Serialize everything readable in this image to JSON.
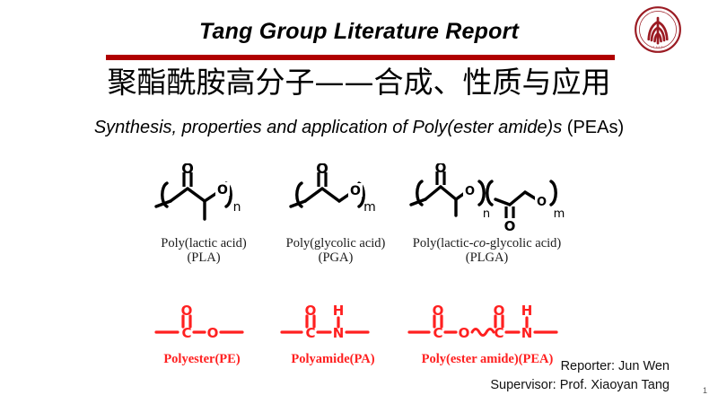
{
  "slide": {
    "header": {
      "title_en": "Tang Group Literature Report",
      "title_cn": "聚酯酰胺高分子——合成、性质与应用",
      "subtitle_italic": "Synthesis, properties and application of  Poly(ester amide)s",
      "subtitle_upright": " (PEAs)",
      "rule_color": "#b00000",
      "logo_name": "peking-university-logo",
      "logo_color": "#9b1b23"
    },
    "structures_row1": [
      {
        "id": "pla",
        "caption_line1_pre": "Poly(lactic acid)",
        "caption_italic": "",
        "caption_line1_post": "",
        "caption_line2": "(PLA)",
        "repeat_label": "n",
        "atoms": [
          "O",
          "O"
        ]
      },
      {
        "id": "pga",
        "caption_line1_pre": "Poly(glycolic acid)",
        "caption_italic": "",
        "caption_line1_post": "",
        "caption_line2": "(PGA)",
        "repeat_label": "m",
        "atoms": [
          "O",
          "O"
        ]
      },
      {
        "id": "plga",
        "caption_line1_pre": "Poly(lactic-",
        "caption_italic": "co",
        "caption_line1_post": "-glycolic acid)",
        "caption_line2": "(PLGA)",
        "repeat_label": "n",
        "repeat_label2": "m",
        "atoms": [
          "O",
          "O",
          "O",
          "O"
        ]
      }
    ],
    "structures_row2": [
      {
        "id": "polyester",
        "label": "Polyester(PE)",
        "color": "#ff2020",
        "atoms": [
          "O",
          "C",
          "O"
        ]
      },
      {
        "id": "polyamide",
        "label": "Polyamide(PA)",
        "color": "#ff2020",
        "atoms": [
          "O",
          "H",
          "C",
          "N"
        ]
      },
      {
        "id": "poly-ester-amide",
        "label": "Poly(ester amide)(PEA)",
        "color": "#ff2020",
        "atoms": [
          "O",
          "C",
          "O",
          "O",
          "H",
          "C",
          "N"
        ]
      }
    ],
    "footer": {
      "reporter": "Reporter:  Jun Wen",
      "supervisor": "Supervisor:  Prof. Xiaoyan Tang",
      "page_number": "1"
    }
  }
}
